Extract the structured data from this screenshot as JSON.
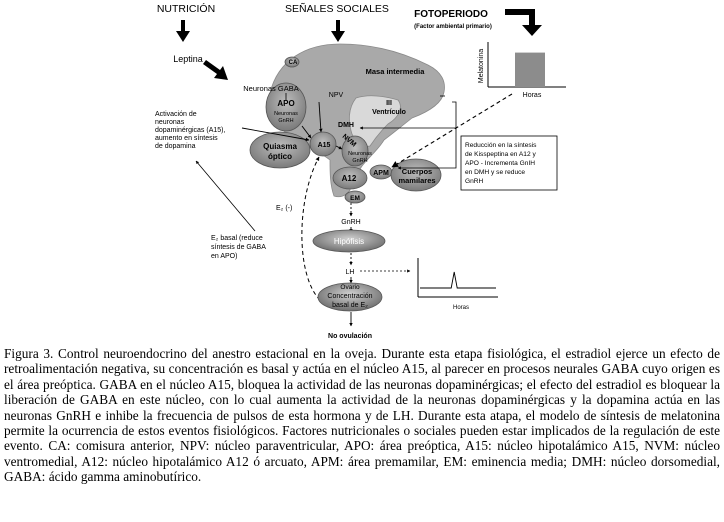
{
  "inputs": {
    "nutricion": "NUTRICIÓN",
    "senales_sociales": "SEÑALES SOCIALES",
    "fotoperiodo": "FOTOPERIODO",
    "fotoperiodo_sub": "(Factor ambiental primario)",
    "leptina": "Leptina"
  },
  "melatonin_graph": {
    "ylabel": "Melatonina",
    "xlabel": "Horas",
    "bar_level": 0.8,
    "bar_color": "#8c8c8c"
  },
  "lh_graph": {
    "xlabel": "Horas",
    "pulse_position": 0.45
  },
  "brain": {
    "ca": "CA",
    "neuronas_gaba": "Neuronas GABA",
    "masa_intermedia": "Masa intermedia",
    "npv": "NPV",
    "apo": "APO",
    "apo_sub1": "Neuronas",
    "apo_sub2": "GnRH",
    "iii_line1": "III",
    "iii_line2": "Ventrículo",
    "dmh": "DMH",
    "quiasma1": "Quiasma",
    "quiasma2": "óptico",
    "a15": "A15",
    "nvm": "NVM",
    "nvm_sub1": "Neuronas",
    "nvm_sub2": "GnRH",
    "a12": "A12",
    "apm": "APM",
    "cuerpos1": "Cuerpos",
    "cuerpos2": "mamilares",
    "em": "EM"
  },
  "notes": {
    "activacion": [
      "Activación de",
      "neuronas",
      "dopaminérgicas (A15),",
      "aumento en síntesis",
      "de dopamina"
    ],
    "reduccion": [
      "Reducción en la síntesis",
      "de Kisspeptina en A12 y",
      "APO - Incrementa GnIH",
      "en DMH y se reduce",
      "GnRH"
    ],
    "e2_basal": [
      "E₂ basal (reduce",
      "síntesis de GABA",
      "en APO)"
    ],
    "e2_minus": "E₂ (-)"
  },
  "pathway": {
    "gnrh": "GnRH",
    "hipofisis": "Hipófisis",
    "lh": "LH",
    "ovario": "Ovario",
    "concentracion": "Concentración",
    "basal": "basal de E₂",
    "no_ovulacion": "No ovulación"
  },
  "caption": {
    "text": "Figura 3. Control neuroendocrino del anestro estacional en la oveja. Durante esta etapa fisiológica, el estradiol ejerce un efecto de retroalimentación negativa, su concentración es basal y actúa en el núcleo A15, al parecer en procesos neurales GABA cuyo origen es el área preóptica. GABA en el núcleo A15, bloquea la actividad de las neuronas dopaminérgicas; el efecto del estradiol es bloquear la liberación de GABA en este núcleo, con lo cual aumenta la actividad de la neuronas dopaminérgicas y la dopamina actúa en las neuronas GnRH e inhibe la frecuencia de pulsos de esta hormona y de LH. Durante esta atapa, el modelo de síntesis de melatonina permite la ocurrencia de estos eventos fisiológicos. Factores nutricionales o sociales pueden estar implicados de la regulación de este evento. CA: comisura anterior, NPV: núcleo paraventricular, APO: área preóptica, A15: núcleo hipotalámico A15, NVM: núcleo ventromedial, A12: núcleo hipotalámico A12 ó arcuato, APM: área premamilar, EM: eminencia media; DMH: núcleo dorsomedial, GABA: ácido gamma aminobutírico."
  }
}
